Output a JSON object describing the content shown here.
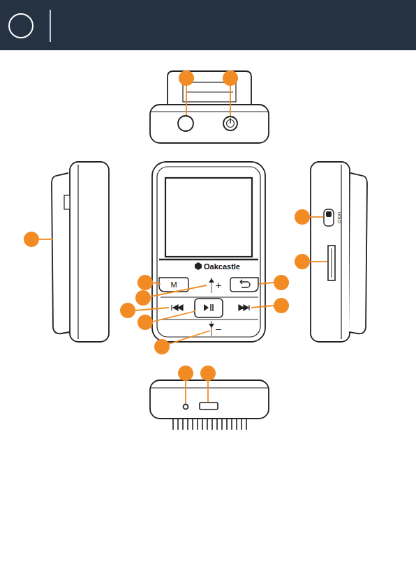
{
  "diagram": {
    "labels": [
      "M",
      "Oakcastle",
      "+",
      "–",
      "HOLD"
    ]
  }
}
